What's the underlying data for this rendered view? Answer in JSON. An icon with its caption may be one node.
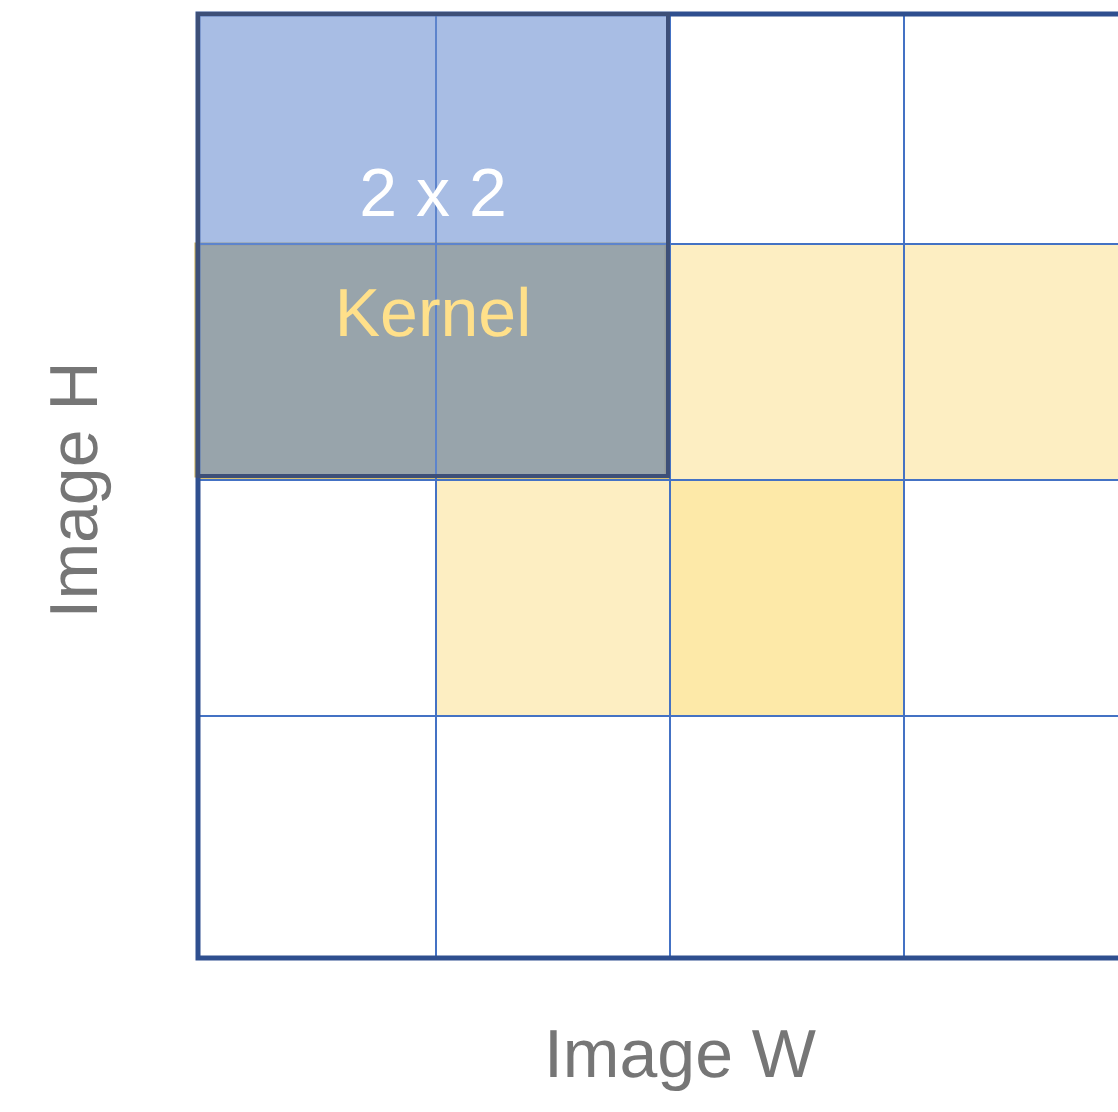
{
  "diagram": {
    "nodes": [
      {
        "text": [
          "2 x 2",
          "Kernel"
        ]
      }
    ],
    "labels": [
      "Image H",
      "Image W"
    ]
  }
}
